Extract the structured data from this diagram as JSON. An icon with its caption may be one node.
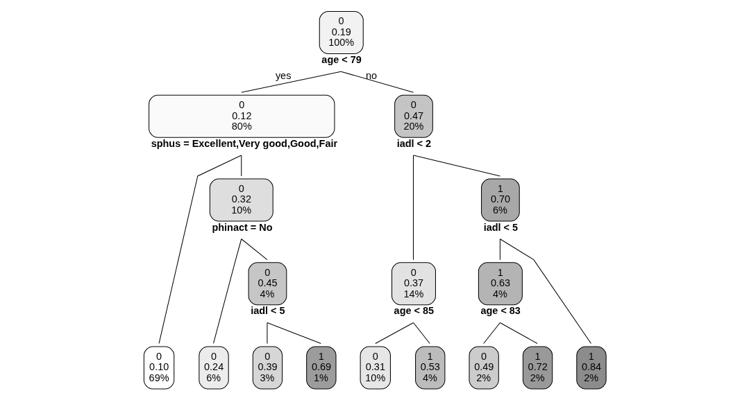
{
  "diagram": {
    "nodes": [
      {
        "text": [
          "0",
          "0.19",
          "100%"
        ],
        "beside": [
          "age < 79"
        ]
      },
      {
        "text": [
          "0",
          "0.12",
          "80%"
        ],
        "beside": [
          "sphus = Excellent,Very good,Good,Fair"
        ]
      },
      {
        "text": [
          "0",
          "0.47",
          "20%"
        ],
        "beside": [
          "iadl < 2"
        ]
      },
      {
        "text": [
          "0",
          "0.32",
          "10%"
        ],
        "beside": [
          "phinact = No"
        ]
      },
      {
        "text": [
          "0",
          "0.37",
          "14%"
        ],
        "beside": [
          "age < 85"
        ]
      },
      {
        "text": [
          "1",
          "0.70",
          "6%"
        ],
        "beside": [
          "iadl < 5"
        ]
      },
      {
        "text": [
          "0",
          "0.45",
          "4%"
        ],
        "beside": [
          "iadl < 5"
        ]
      },
      {
        "text": [
          "1",
          "0.63",
          "4%"
        ],
        "beside": [
          "age < 83"
        ]
      },
      {
        "text": [
          "0",
          "0.10",
          "69%"
        ]
      },
      {
        "text": [
          "0",
          "0.24",
          "6%"
        ]
      },
      {
        "text": [
          "0",
          "0.39",
          "3%"
        ]
      },
      {
        "text": [
          "1",
          "0.69",
          "1%"
        ]
      },
      {
        "text": [
          "0",
          "0.31",
          "10%"
        ]
      },
      {
        "text": [
          "1",
          "0.53",
          "4%"
        ]
      },
      {
        "text": [
          "0",
          "0.49",
          "2%"
        ]
      },
      {
        "text": [
          "1",
          "0.72",
          "2%"
        ]
      },
      {
        "text": [
          "1",
          "0.84",
          "2%"
        ]
      }
    ],
    "edges": [
      {
        "from": 0,
        "to": 1,
        "arrow": "none",
        "label": "yes"
      },
      {
        "from": 0,
        "to": 2,
        "arrow": "none",
        "label": "no"
      },
      {
        "from": 1,
        "to": 8,
        "arrow": "none"
      },
      {
        "from": 1,
        "to": 3,
        "arrow": "none"
      },
      {
        "from": 2,
        "to": 4,
        "arrow": "none"
      },
      {
        "from": 2,
        "to": 5,
        "arrow": "none"
      },
      {
        "from": 3,
        "to": 9,
        "arrow": "none"
      },
      {
        "from": 3,
        "to": 6,
        "arrow": "none"
      },
      {
        "from": 6,
        "to": 10,
        "arrow": "none"
      },
      {
        "from": 6,
        "to": 11,
        "arrow": "none"
      },
      {
        "from": 4,
        "to": 12,
        "arrow": "none"
      },
      {
        "from": 4,
        "to": 13,
        "arrow": "none"
      },
      {
        "from": 5,
        "to": 7,
        "arrow": "none"
      },
      {
        "from": 5,
        "to": 16,
        "arrow": "none"
      },
      {
        "from": 7,
        "to": 14,
        "arrow": "none"
      },
      {
        "from": 7,
        "to": 15,
        "arrow": "none"
      }
    ]
  }
}
